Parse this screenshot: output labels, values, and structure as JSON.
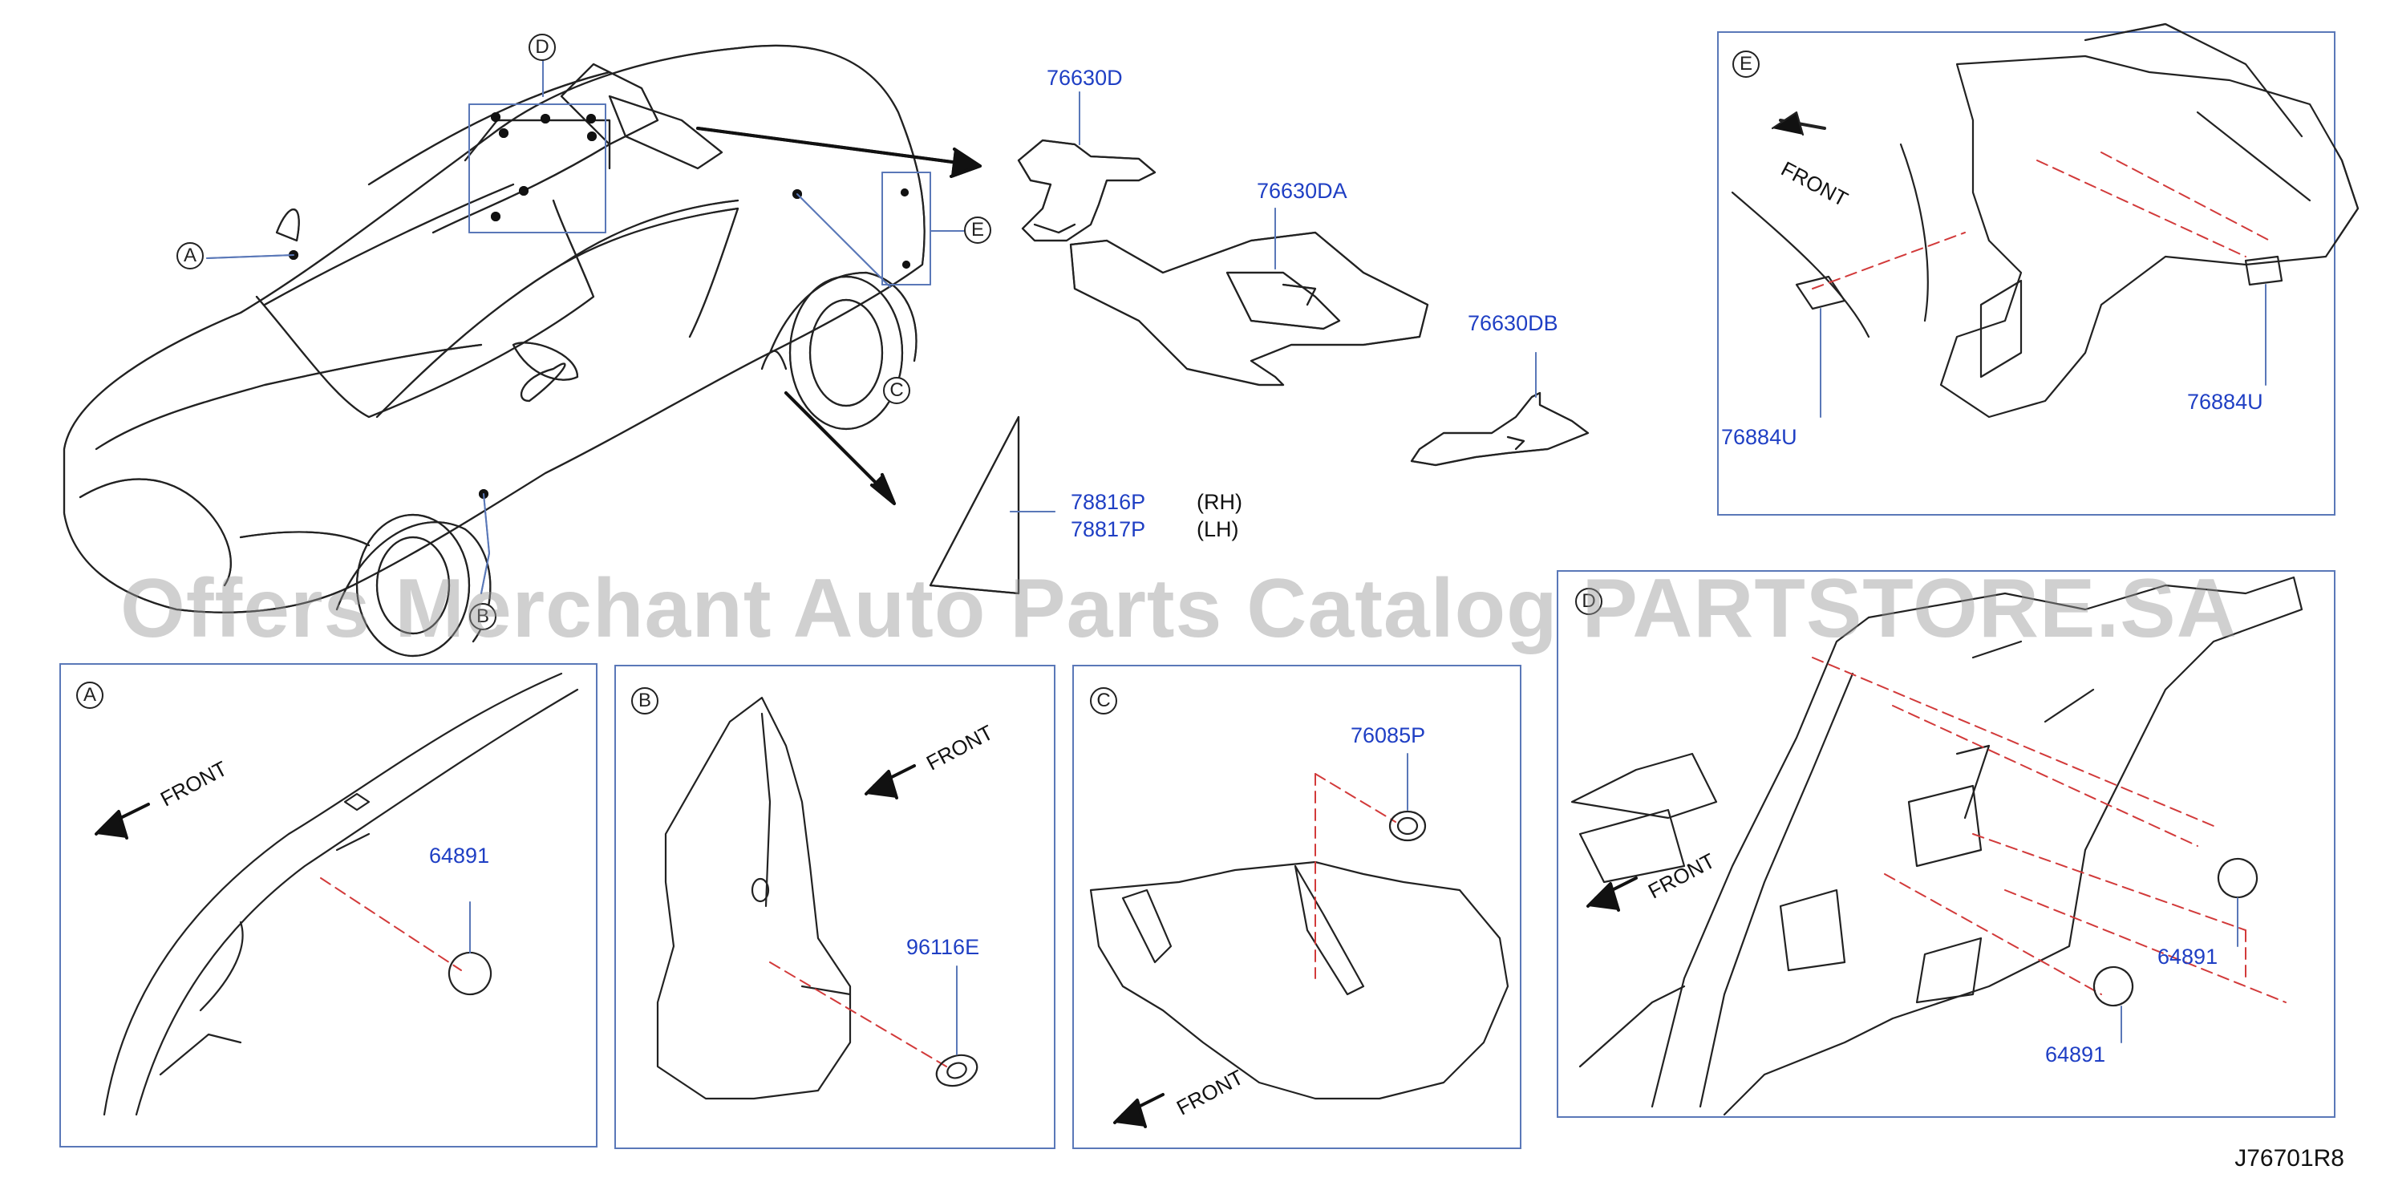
{
  "callouts": {
    "A": "A",
    "B": "B",
    "C": "C",
    "D": "D",
    "E": "E"
  },
  "parts": {
    "p76630D": "76630D",
    "p76630DA": "76630DA",
    "p76630DB": "76630DB",
    "p78816P": "78816P",
    "p78817P": "78817P",
    "p76884U_left": "76884U",
    "p76884U_right": "76884U",
    "p64891_a": "64891",
    "p96116E": "96116E",
    "p76085P": "76085P",
    "p64891_d_upper": "64891",
    "p64891_d_lower": "64891"
  },
  "sides": {
    "rh": "(RH)",
    "lh": "(LH)"
  },
  "front_label": "FRONT",
  "diagram_code": "J76701R8",
  "watermark": "Offers Merchant Auto Parts Catalog PARTSTORE.SA"
}
